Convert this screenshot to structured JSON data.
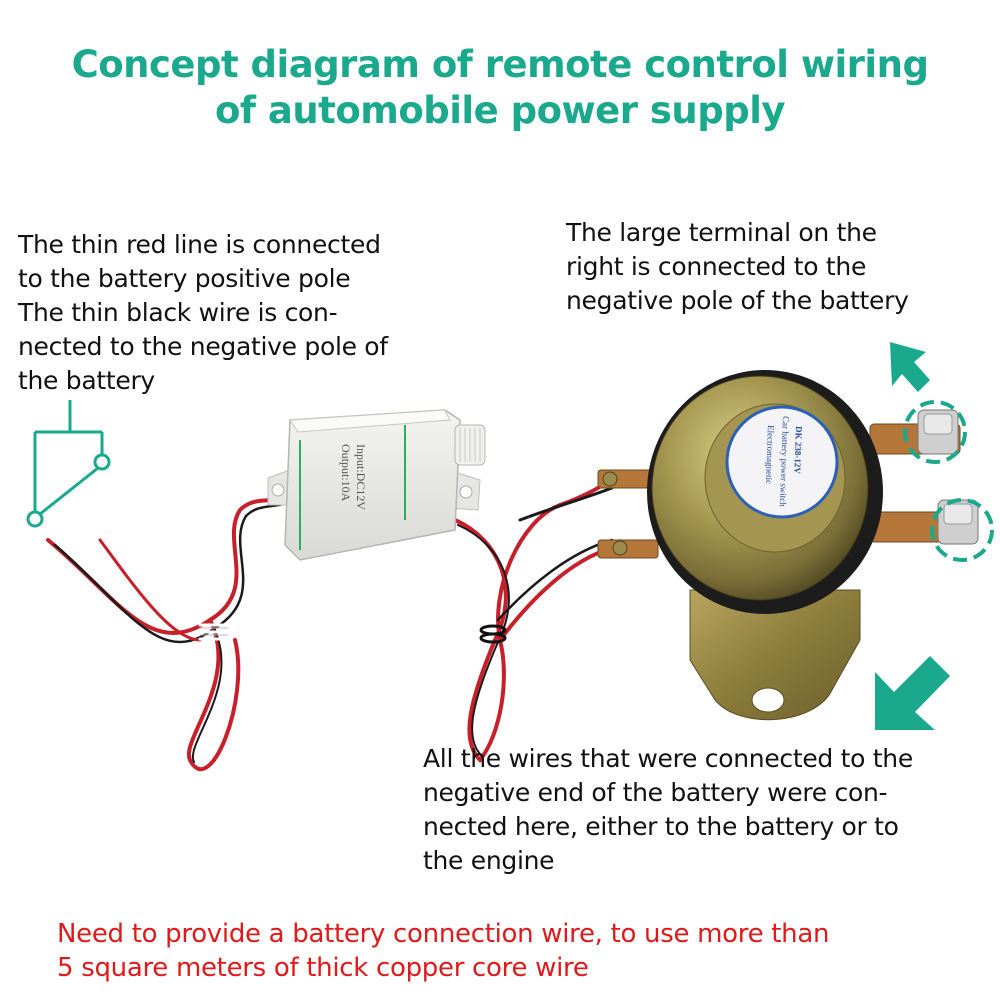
{
  "title": {
    "line1": "Concept diagram of remote control wiring",
    "line2": "of automobile power supply"
  },
  "left_note": {
    "lines": [
      "The thin red line is connected",
      "to the battery positive pole",
      "The thin black wire is con-",
      "nected to the negative pole of",
      "the battery"
    ]
  },
  "right_note": {
    "lines": [
      "The large terminal on the",
      "right is connected to the",
      "negative pole of the battery"
    ]
  },
  "bottom_note": {
    "lines": [
      "All the wires that were connected to the",
      "negative end of the battery were con-",
      "nected here, either to the battery or to",
      "the engine"
    ]
  },
  "warning": {
    "lines": [
      "Need to provide a battery connection wire, to use more than",
      "5 square meters of thick copper core wire"
    ]
  },
  "receiver_box": {
    "label_line1": "Input:DC12V",
    "label_line2": "Output:10A"
  },
  "switch_label": {
    "line1": "Electromagnetic",
    "line2": "Car battery power switch",
    "line3": "DK 238-12V"
  },
  "colors": {
    "title": "#1ba98e",
    "accent_arrow": "#1ba98e",
    "warning": "#e01a1a",
    "wire_red": "#c8202a",
    "wire_black": "#1a1a1a",
    "metal": "#a8944a"
  }
}
